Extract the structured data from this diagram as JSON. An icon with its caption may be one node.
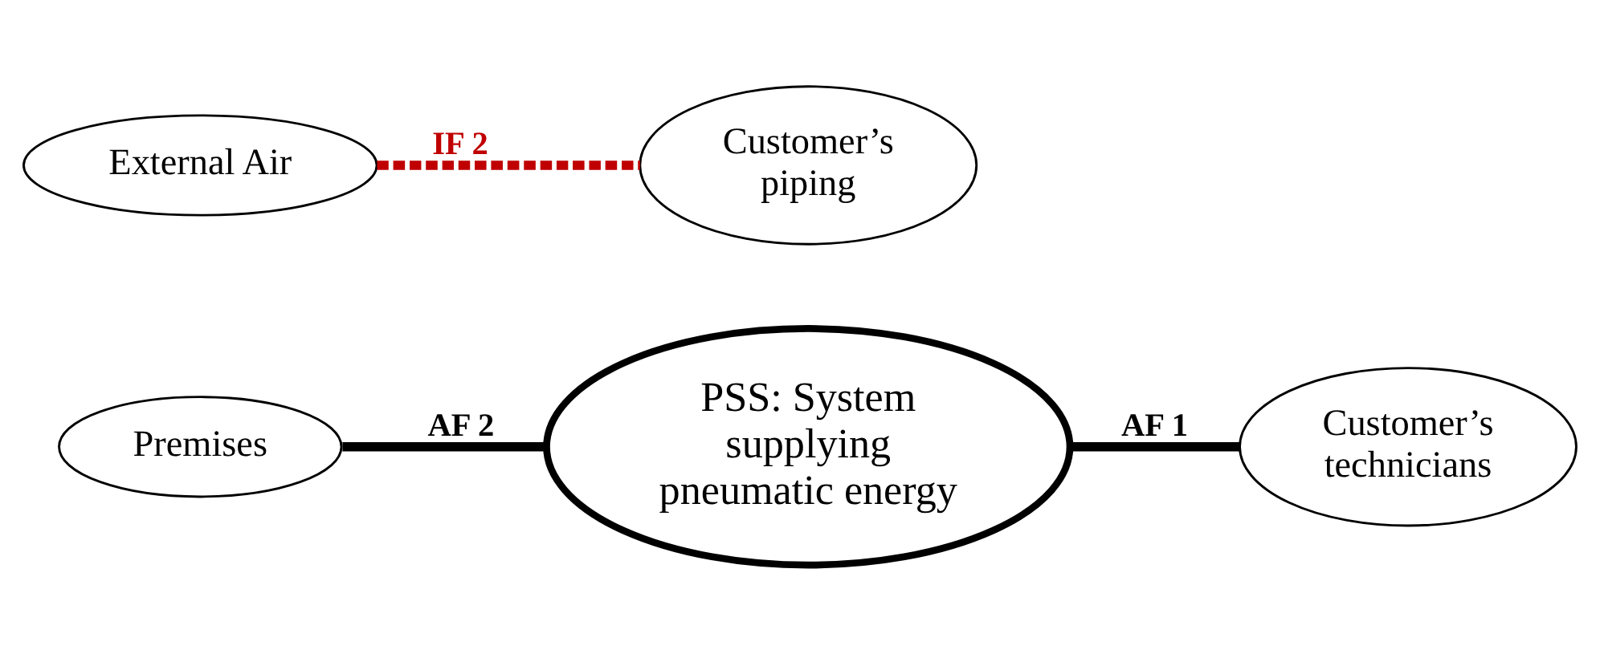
{
  "diagram": {
    "nodes": [
      {
        "text": [
          "PSS: System supplying pneumatic energy"
        ]
      },
      {
        "text": [
          "Customer’s technicians"
        ]
      },
      {
        "text": [
          "Premises"
        ]
      },
      {
        "text": [
          "Customer’s piping"
        ]
      },
      {
        "text": [
          "External Air"
        ]
      }
    ],
    "edges": [
      {
        "from": 0,
        "to": 1,
        "arrow": "none",
        "label": "AF 1"
      },
      {
        "from": 2,
        "to": 0,
        "arrow": "none",
        "label": "AF 2"
      },
      {
        "from": 4,
        "to": 3,
        "arrow": "none",
        "label": "IF 2",
        "style": "dashed",
        "color": "#c00000"
      }
    ]
  }
}
